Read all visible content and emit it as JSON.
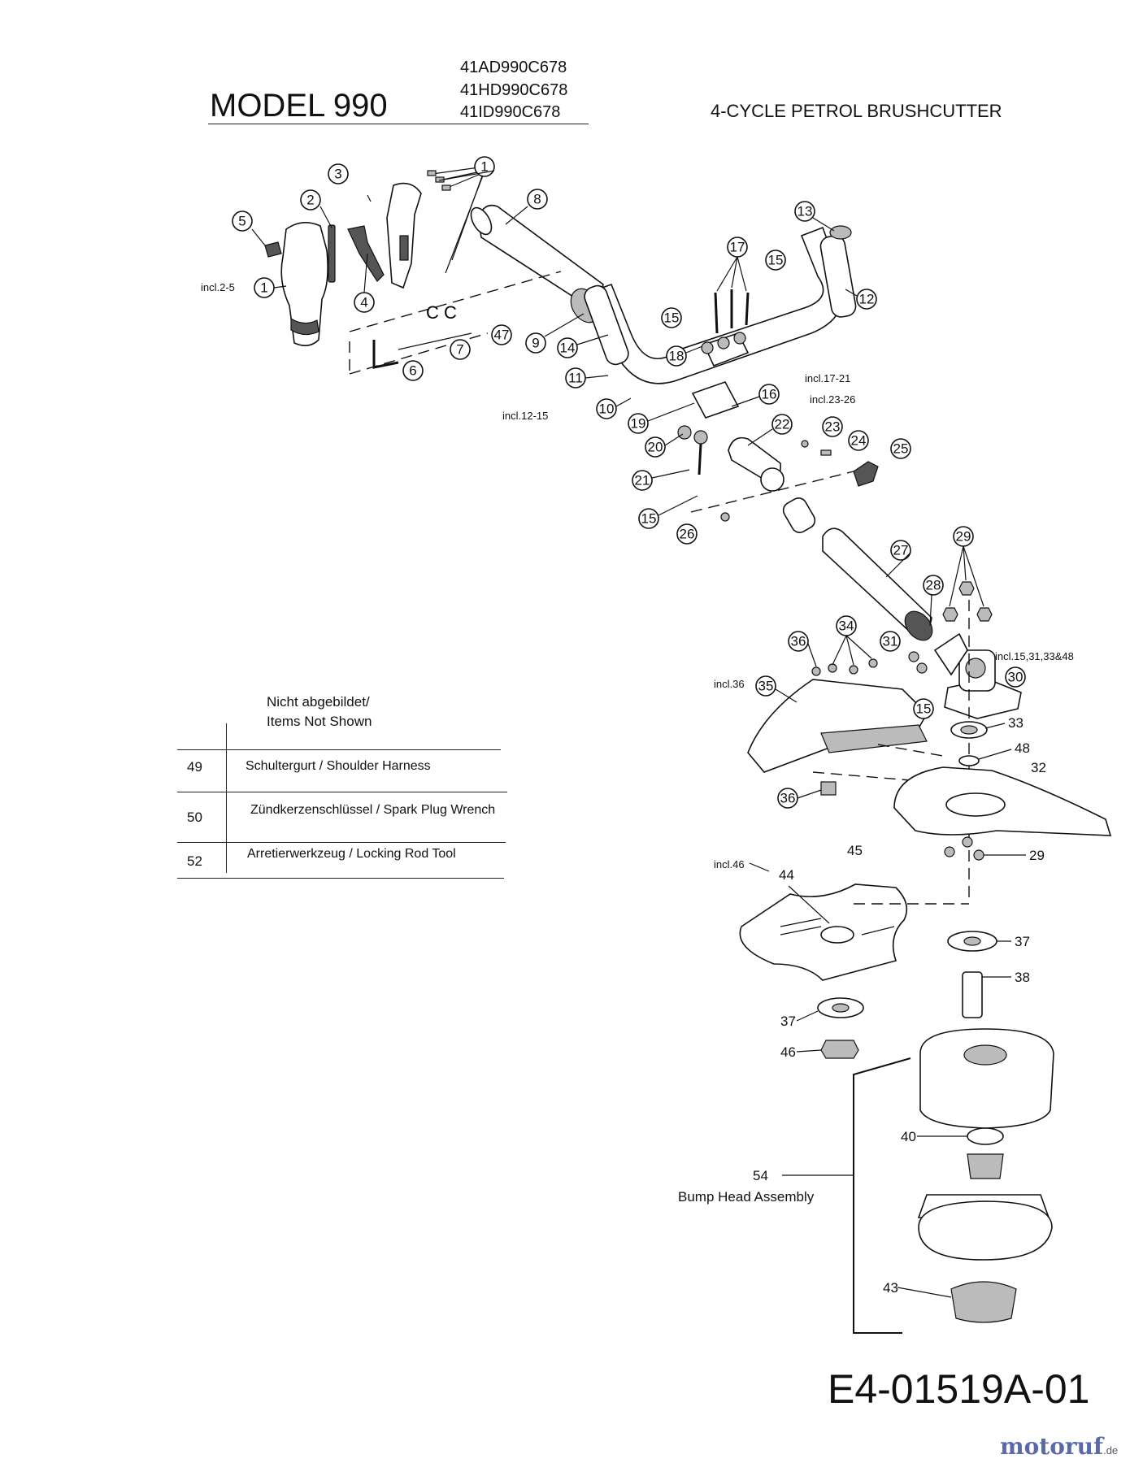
{
  "header": {
    "model_title": "MODEL 990",
    "model_numbers": [
      "41AD990C678",
      "41HD990C678",
      "41ID990C678"
    ],
    "subtitle": "4-CYCLE PETROL BRUSHCUTTER"
  },
  "not_shown": {
    "heading_line1": "Nicht abgebildet/",
    "heading_line2": "Items Not Shown",
    "rows": [
      {
        "num": "49",
        "desc": "Schultergurt / Shoulder Harness"
      },
      {
        "num": "50",
        "desc": "Zündkerzenschlüssel / Spark Plug Wrench"
      },
      {
        "num": "52",
        "desc": "Arretierwerkzeug / Locking Rod Tool"
      }
    ]
  },
  "callouts": [
    "1",
    "2",
    "3",
    "4",
    "5",
    "1",
    "6",
    "7",
    "47",
    "8",
    "9",
    "14",
    "15",
    "11",
    "10",
    "13",
    "12",
    "15",
    "17",
    "18",
    "16",
    "19",
    "20",
    "21",
    "15",
    "22",
    "23",
    "24",
    "25",
    "26",
    "27",
    "28",
    "29",
    "31",
    "30",
    "15",
    "34",
    "36",
    "35",
    "33",
    "48",
    "32",
    "36",
    "29",
    "37",
    "38",
    "37",
    "46",
    "40",
    "43"
  ],
  "plain_labels": [
    "45",
    "44",
    "54",
    "Bump Head Assembly"
  ],
  "incl_notes": [
    "incl.2-5",
    "incl.12-15",
    "incl.17-21",
    "incl.23-26",
    "incl.15,31,33&48",
    "incl.36",
    "incl.46"
  ],
  "footer": {
    "doc_code": "E4-01519A-01",
    "brand_main": "motoruf",
    "brand_tld": ".de"
  }
}
